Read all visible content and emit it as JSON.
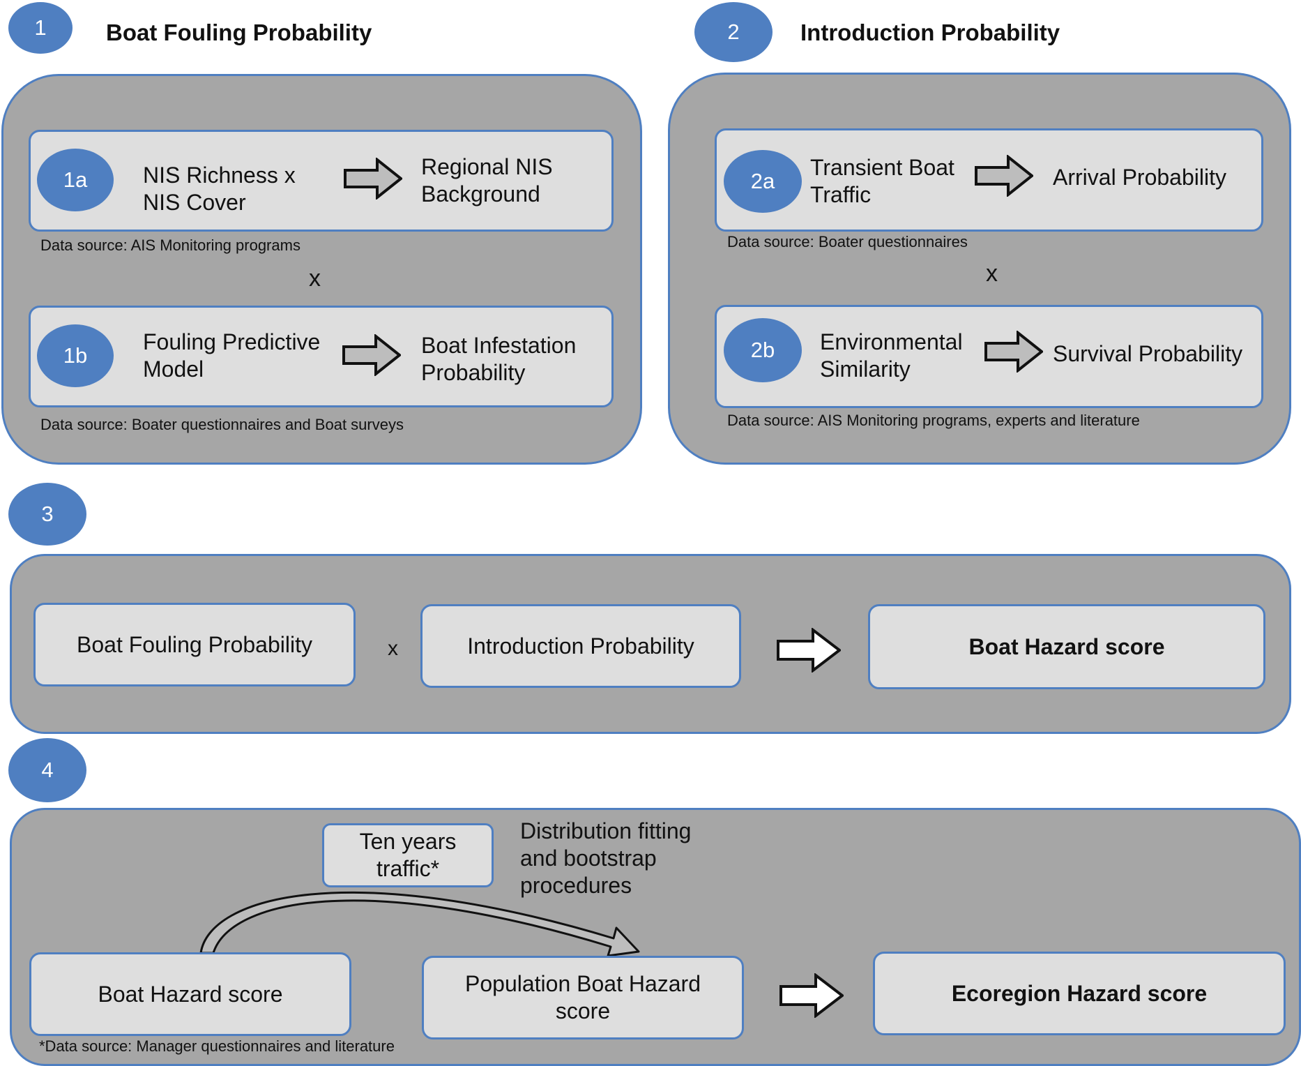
{
  "step1": {
    "number": "1",
    "title": "Boat Fouling Probability",
    "a": {
      "badge": "1a",
      "input": "NIS Richness x\nNIS Cover",
      "output": "Regional NIS\nBackground",
      "source": "Data source: AIS Monitoring programs"
    },
    "operator": "x",
    "b": {
      "badge": "1b",
      "input": "Fouling Predictive\nModel",
      "output": "Boat Infestation\nProbability",
      "source": "Data source: Boater questionnaires and Boat surveys"
    }
  },
  "step2": {
    "number": "2",
    "title": "Introduction Probability",
    "a": {
      "badge": "2a",
      "input": "Transient Boat\nTraffic",
      "output": "Arrival Probability",
      "source": "Data source: Boater questionnaires"
    },
    "operator": "x",
    "b": {
      "badge": "2b",
      "input": "Environmental\nSimilarity",
      "output": "Survival Probability",
      "source": "Data source: AIS Monitoring programs, experts and literature"
    }
  },
  "step3": {
    "number": "3",
    "left": "Boat Fouling Probability",
    "operator": "x",
    "middle": "Introduction Probability",
    "result": "Boat Hazard score"
  },
  "step4": {
    "number": "4",
    "traffic": "Ten years\ntraffic*",
    "method": "Distribution fitting\nand bootstrap\nprocedures",
    "left": "Boat Hazard score",
    "middle": "Population Boat Hazard\nscore",
    "result": "Ecoregion Hazard score",
    "footnote": "*Data source: Manager questionnaires and literature"
  },
  "colors": {
    "accent": "#4f7fc1",
    "panel": "#a6a6a6",
    "box": "#dedede"
  }
}
